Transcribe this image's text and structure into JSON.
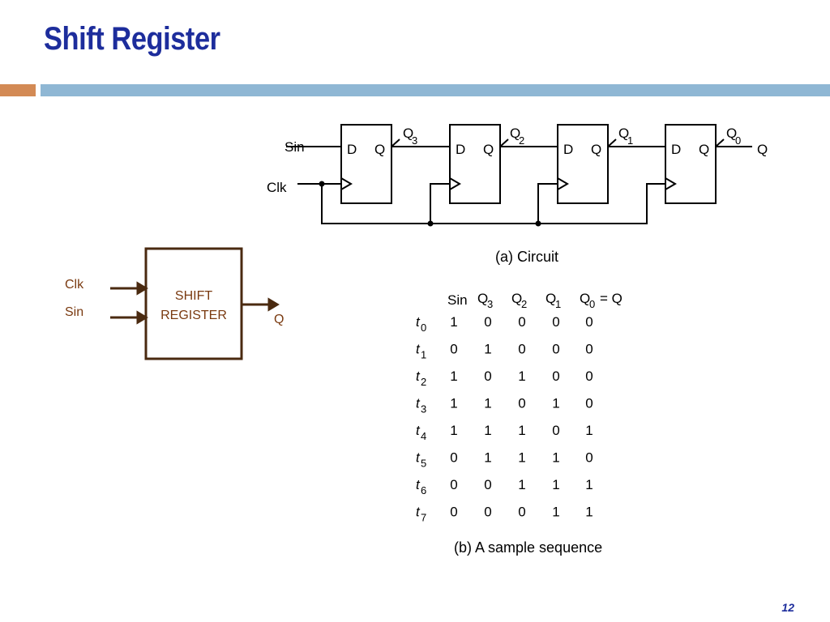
{
  "slide": {
    "title": "Shift Register",
    "page_number": "12"
  },
  "circuit": {
    "sin_label": "Sin",
    "clk_label": "Clk",
    "flipflops": [
      {
        "d": "D",
        "q": "Q",
        "out": "Q",
        "sub": "3"
      },
      {
        "d": "D",
        "q": "Q",
        "out": "Q",
        "sub": "2"
      },
      {
        "d": "D",
        "q": "Q",
        "out": "Q",
        "sub": "1"
      },
      {
        "d": "D",
        "q": "Q",
        "out": "Q",
        "sub": "0"
      }
    ],
    "output_label": "Q",
    "caption": "(a) Circuit"
  },
  "block": {
    "clk_label": "Clk",
    "sin_label": "Sin",
    "line1": "SHIFT",
    "line2": "REGISTER",
    "output_label": "Q"
  },
  "sequence": {
    "headers": [
      "Sin",
      "Q",
      "Q",
      "Q",
      "Q",
      "= Q"
    ],
    "header_subs": [
      "3",
      "2",
      "1",
      "0"
    ],
    "rows": [
      {
        "t": "t",
        "sub": "0",
        "values": [
          "1",
          "0",
          "0",
          "0",
          "0"
        ]
      },
      {
        "t": "t",
        "sub": "1",
        "values": [
          "0",
          "1",
          "0",
          "0",
          "0"
        ]
      },
      {
        "t": "t",
        "sub": "2",
        "values": [
          "1",
          "0",
          "1",
          "0",
          "0"
        ]
      },
      {
        "t": "t",
        "sub": "3",
        "values": [
          "1",
          "1",
          "0",
          "1",
          "0"
        ]
      },
      {
        "t": "t",
        "sub": "4",
        "values": [
          "1",
          "1",
          "1",
          "0",
          "1"
        ]
      },
      {
        "t": "t",
        "sub": "5",
        "values": [
          "0",
          "1",
          "1",
          "1",
          "0"
        ]
      },
      {
        "t": "t",
        "sub": "6",
        "values": [
          "0",
          "0",
          "1",
          "1",
          "1"
        ]
      },
      {
        "t": "t",
        "sub": "7",
        "values": [
          "0",
          "0",
          "0",
          "1",
          "1"
        ]
      }
    ],
    "caption": "(b) A sample sequence"
  },
  "colors": {
    "title": "#1d2d9c",
    "accent_left": "#d38a55",
    "accent_right": "#8fb7d4",
    "block_border": "#4a2a10",
    "block_text_label": "#7a3a10"
  }
}
